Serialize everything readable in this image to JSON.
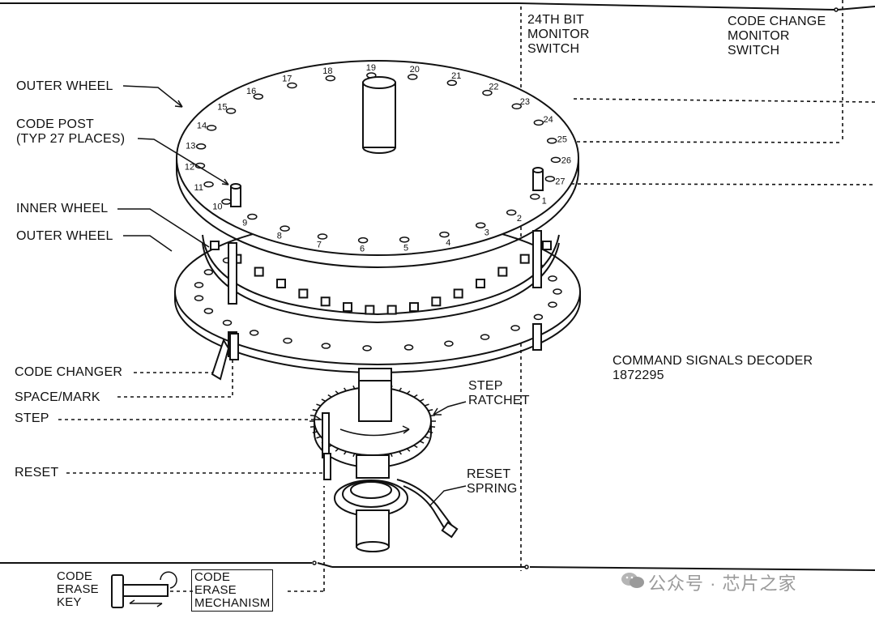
{
  "labels": {
    "bit24_monitor": "24TH BIT\nMONITOR\nSWITCH",
    "code_change_monitor": "CODE CHANGE\nMONITOR\nSWITCH",
    "outer_wheel_top": "OUTER WHEEL",
    "code_post": "CODE POST\n(TYP 27 PLACES)",
    "inner_wheel": "INNER WHEEL",
    "outer_wheel_bottom": "OUTER WHEEL",
    "code_changer": "CODE CHANGER",
    "space_mark": "SPACE/MARK",
    "step": "STEP",
    "reset": "RESET",
    "step_ratchet": "STEP\nRATCHET",
    "reset_spring": "RESET\nSPRING",
    "title": "COMMAND SIGNALS DECODER\n1872295",
    "code_erase_key": "CODE\nERASE\nKEY",
    "code_erase_mechanism": "CODE\nERASE\nMECHANISM"
  },
  "wheel_numbers": [
    "1",
    "2",
    "3",
    "4",
    "5",
    "6",
    "7",
    "8",
    "9",
    "10",
    "11",
    "12",
    "13",
    "14",
    "15",
    "16",
    "17",
    "18",
    "19",
    "20",
    "21",
    "22",
    "23",
    "24",
    "25",
    "26",
    "27"
  ],
  "watermark": {
    "text": "公众号 · 芯片之家",
    "icon": "wechat-icon"
  }
}
